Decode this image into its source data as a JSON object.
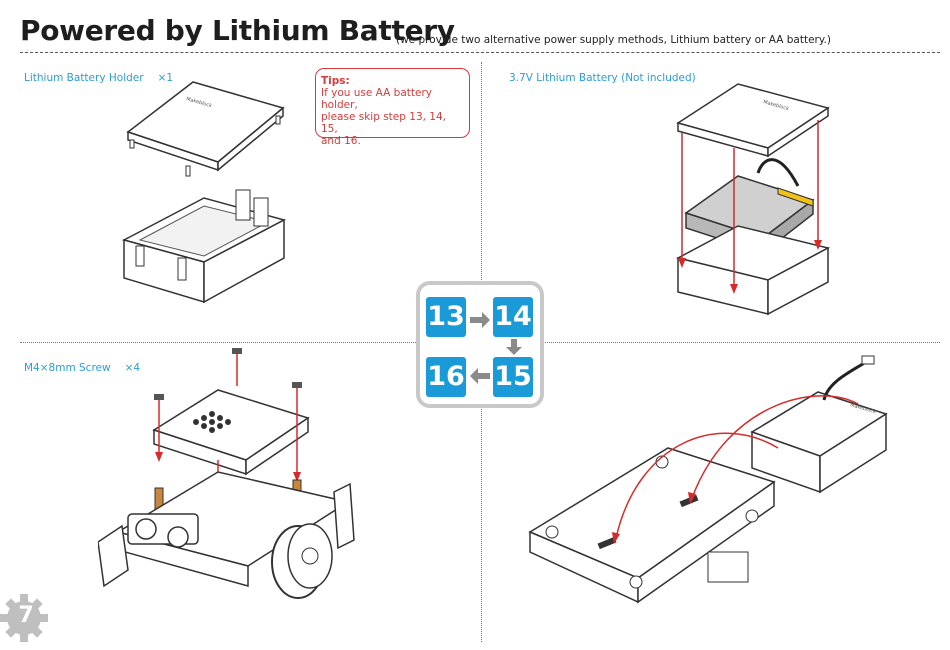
{
  "header": {
    "title": "Powered by Lithium Battery",
    "subtitle": "(we provide two alternative power supply methods, Lithium battery or AA battery.)"
  },
  "panels": {
    "holder": {
      "label": "Lithium Battery Holder",
      "quantity": "×1"
    },
    "battery": {
      "label": "3.7V Lithium Battery (Not included)"
    },
    "screw": {
      "label": "M4×8mm Screw",
      "quantity": "×4"
    }
  },
  "tips": {
    "title": "Tips:",
    "line1": "If you use AA battery holder,",
    "line2": "please skip step 13, 14, 15,",
    "line3": "and 16."
  },
  "steps": {
    "s1": "13",
    "s2": "14",
    "s3": "15",
    "s4": "16"
  },
  "page_badge": "7",
  "colors": {
    "accent_blue": "#1a9ad6",
    "label_blue": "#2b9cd8",
    "tip_red": "#d83a3a",
    "arrow_red": "#d62b2b"
  }
}
